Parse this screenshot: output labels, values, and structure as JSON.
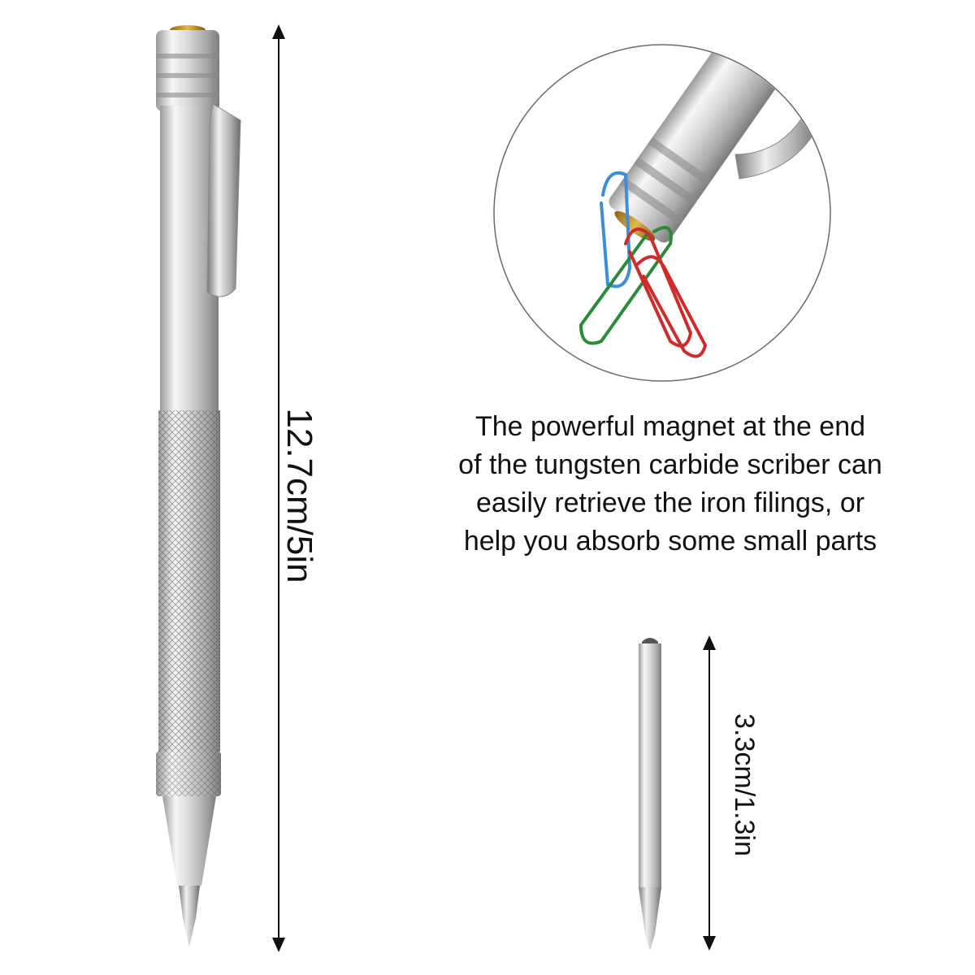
{
  "description": {
    "lines": [
      "The powerful magnet at the end",
      "of the tungsten carbide scriber can",
      "easily retrieve the iron filings, or",
      "help you absorb some small parts"
    ]
  },
  "dimensions": {
    "total_length_label": "12.7cm/5in",
    "tip_length_label": "3.3cm/1.3in"
  },
  "colors": {
    "metal_light": "#f4f4f4",
    "metal_mid": "#c9c9c9",
    "metal_dark": "#8c8c8c",
    "magnet_brass": "#c8a030",
    "clip_blue": "#3a8fd8",
    "clip_green": "#2a8a3a",
    "clip_red": "#d02a2a"
  }
}
